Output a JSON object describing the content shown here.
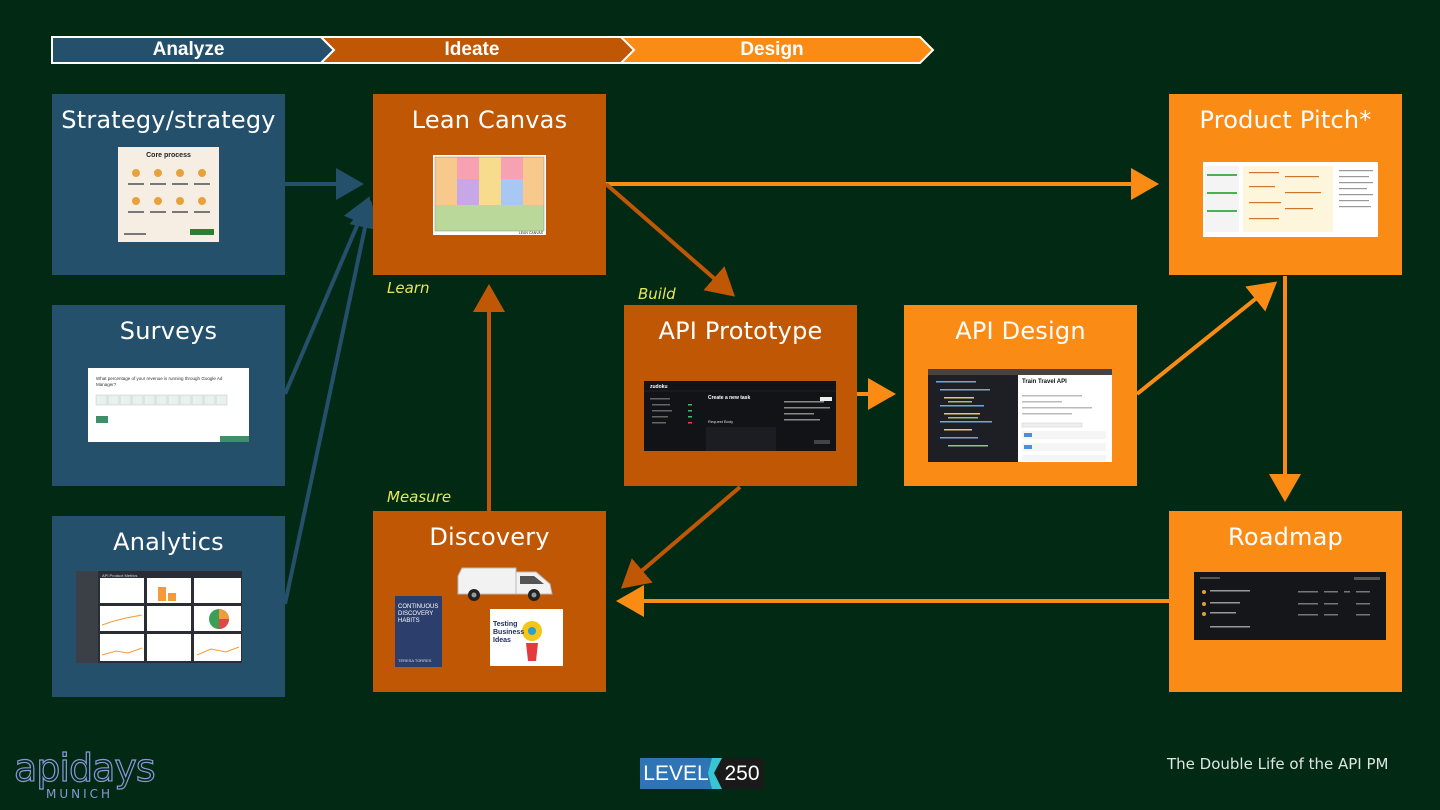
{
  "phases": [
    {
      "label": "Analyze",
      "color": "#25506b"
    },
    {
      "label": "Ideate",
      "color": "#c05705"
    },
    {
      "label": "Design",
      "color": "#fa8c16"
    }
  ],
  "boxes": {
    "strategy": {
      "title": "Strategy/strategy",
      "thumb_heading": "Core process"
    },
    "surveys": {
      "title": "Surveys",
      "thumb_question": "What percentage of your revenue is running through Google Ad Manager?"
    },
    "analytics": {
      "title": "Analytics",
      "thumb_heading": "API Product Metrics"
    },
    "lean_canvas": {
      "title": "Lean Canvas",
      "thumb_footer": "LEAN CANVAS"
    },
    "discovery": {
      "title": "Discovery",
      "book1_title": "CONTINUOUS DISCOVERY HABITS",
      "book1_author": "TERESA TORRES",
      "book2_title": "Testing Business Ideas"
    },
    "api_prototype": {
      "title": "API Prototype",
      "thumb_brand": "zudoku",
      "thumb_heading": "Create a new task",
      "thumb_sub": "Request Body"
    },
    "api_design": {
      "title": "API Design",
      "thumb_heading": "Train Travel API"
    },
    "product_pitch": {
      "title": "Product Pitch*"
    },
    "roadmap": {
      "title": "Roadmap"
    }
  },
  "loop_labels": {
    "learn": "Learn",
    "build": "Build",
    "measure": "Measure"
  },
  "footer": {
    "logo_main": "apidays",
    "logo_sub": "MUNICH",
    "level_left": "LEVEL",
    "level_right": "250",
    "talk_title": "The Double Life of the API PM"
  },
  "colors": {
    "background": "#022914",
    "analyze": "#25506b",
    "ideate": "#c05705",
    "design": "#fa8c16",
    "label": "#e6e85a"
  }
}
